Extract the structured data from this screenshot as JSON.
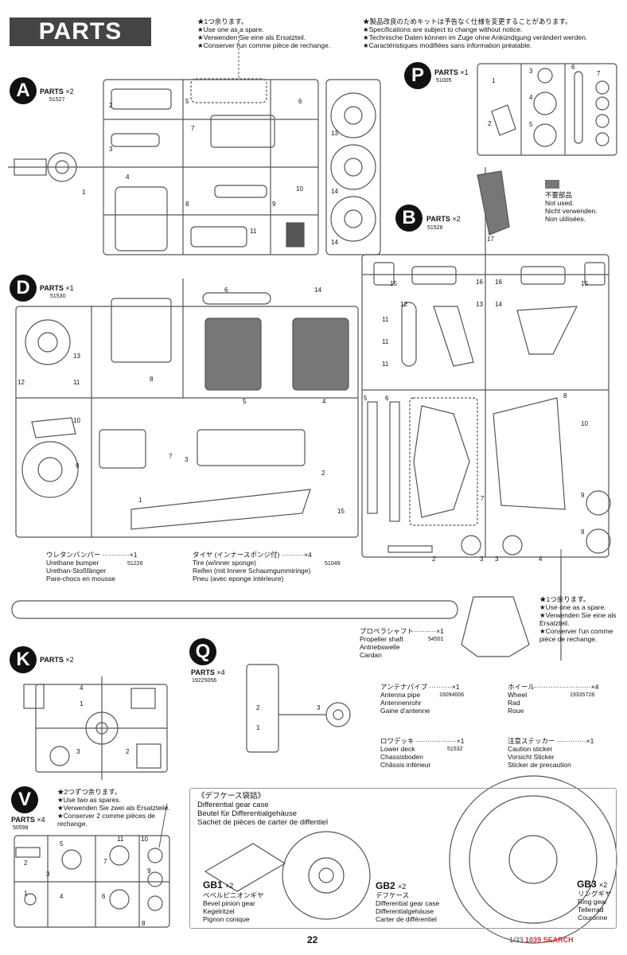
{
  "header": {
    "banner": "PARTS",
    "spare_note": "★1つ余ります。\n★Use one as a spare.\n★Verwenden Sie eine als Ersatzteil.\n★Conserver l'un comme pièce de rechange.",
    "spec_note": "★製品改良のためキットは予告なく仕様を変更することがあります。\n★Specifications are subject to change without notice.\n★Technische Daten können im Zuge ohne Ankündigung verändert werden.\n★Caractéristiques modifiées sans information préalable."
  },
  "parts": {
    "A": {
      "letter": "A",
      "title": "PARTS",
      "qty": "×2",
      "number": "51527"
    },
    "P": {
      "letter": "P",
      "title": "PARTS",
      "qty": "×1",
      "number": "51005"
    },
    "B": {
      "letter": "B",
      "title": "PARTS",
      "qty": "×2",
      "number": "51528"
    },
    "D": {
      "letter": "D",
      "title": "PARTS",
      "qty": "×1",
      "number": "51530"
    },
    "K": {
      "letter": "K",
      "title": "PARTS",
      "qty": "×2",
      "number": ""
    },
    "Q": {
      "letter": "Q",
      "title": "PARTS",
      "qty": "×4",
      "number": "19225056"
    },
    "V": {
      "letter": "V",
      "title": "PARTS",
      "qty": "×4",
      "number": "50598"
    }
  },
  "not_used": "不要部品\nNot used.\nNicht verwenden.\nNon utilisées.",
  "b_spare": "★1つ余ります。\n★Use one as a spare.\n★Verwenden Sie eine als Ersatzteil.\n★Conserver l'un comme pièce de rechange.",
  "v_spare": "★2つずつ余ります。\n★Use two as spares.\n★Verwenden Sie zwei als Ersatzteile.\n★Conserver 2 comme pièces de rechange.",
  "items": {
    "bumper": {
      "text": "ウレタンバンパー ············×1\nUrethane bumper\nUrethan-Stoßfänger\nPare-chocs en mousse",
      "number": "51226"
    },
    "tire": {
      "text": "タイヤ (インナースポンジ付) ··········×4\nTire (w/inner sponge)\nReifen (mit Innere Schaumgummiringe)\nPneu (avec eponge intérieure)",
      "number": "51049"
    },
    "shaft": {
      "text": "プロペラシャフト··········×1\nPropeller shaft\nAntriebswelle\nCardan",
      "number": "54501"
    },
    "antenna": {
      "text": "アンテナパイプ ··········×1\nAntenna pipe\nAntennenrohr\nGaine d'antenne",
      "number": "16094006"
    },
    "wheel": {
      "text": "ホイール·························×4\nWheel\nRad\nRoue",
      "number": "19335728"
    },
    "lowerdeck": {
      "text": "ロワデッキ ··················×1\nLower deck\nChassisboden\nChâssis inférieur",
      "number": "51532"
    },
    "sticker": {
      "text": "注意ステッカー ·············×1\nCaution sticker\nVorsicht Sticker\nSticker de precaution",
      "number": ""
    }
  },
  "diff_box": {
    "title": "《デフケース袋詰》\nDifferential gear case\nBeutel für Differentialgehäuse\nSachet de pièces de carter de diffentiel",
    "gb1": {
      "code": "GB1",
      "qty": "×2",
      "text": "ベベルピニオンギヤ\nBevel pinion gear\nKegelritzel\nPignon conique"
    },
    "gb2": {
      "code": "GB2",
      "qty": "×2",
      "text": "デフケース\nDifferential gear case\nDifferentialgehäuse\nCarter de différentiel"
    },
    "gb3": {
      "code": "GB3",
      "qty": "×2",
      "text": "リングギヤ\nRing gear\nTellerrad\nCouronne"
    }
  },
  "footer": {
    "page": "22",
    "watermark_a": "1/33",
    "watermark_b": "1039 SEARCH"
  }
}
